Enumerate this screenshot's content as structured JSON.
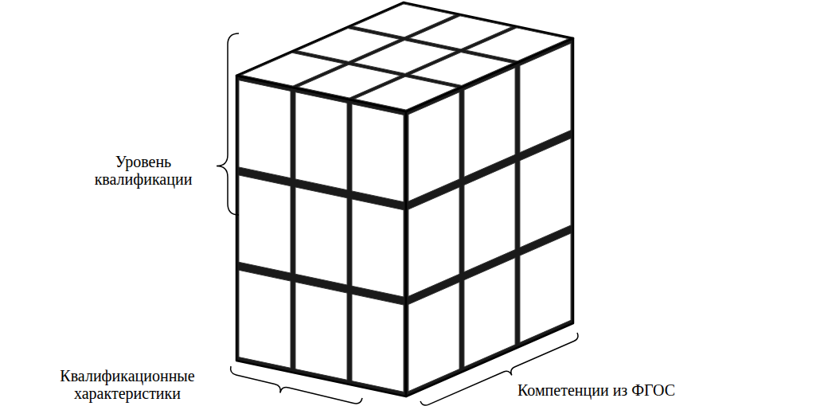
{
  "diagram": {
    "labels": [
      "Уровень квалификации",
      "Квалификационные характеристики",
      "Компетенции из ФГОС"
    ]
  }
}
